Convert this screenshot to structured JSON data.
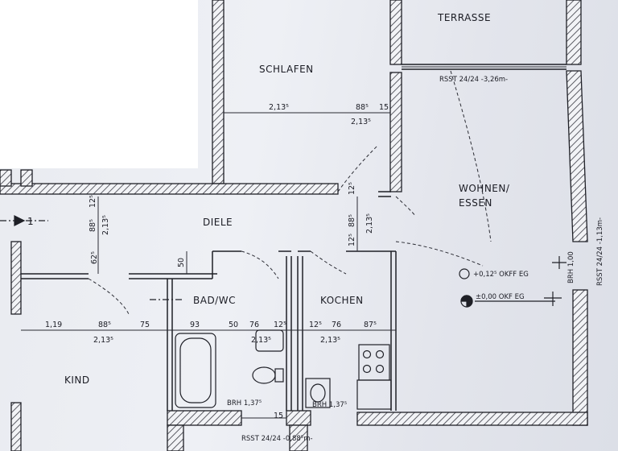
{
  "plan": {
    "rooms": {
      "terrasse": "TERRASSE",
      "schlafen": "SCHLAFEN",
      "wohnen_line1": "WOHNEN/",
      "wohnen_line2": "ESSEN",
      "diele": "DIELE",
      "bad": "BAD/WC",
      "kochen": "KOCHEN",
      "kind": "KIND"
    },
    "annotations": {
      "rsst_top": "RSST 24/24 -3,26m-",
      "rsst_right": "RSST 24/24 -1,13m-",
      "rsst_bottom": "RSST 24/24 -0,88⁵m-",
      "okff": "+0,12⁵ OKFF EG",
      "okf": "±0,00 OKF EG",
      "brh_right": "BRH 1,00",
      "brh_bad": "BRH 1,37⁵",
      "brh_kochen": "BRH 1,37⁵",
      "entrance_number": "1"
    },
    "dimensions": {
      "schlafen_height": "2,13⁵",
      "schlafen_door_width": "88⁵",
      "schlafen_door_height": "2,13⁵",
      "schlafen_wall": "15",
      "diele_door_width": "88⁵",
      "diele_door_height": "2,13⁵",
      "diele_wall": "12⁵",
      "corner_door_height": "12⁵",
      "wohnen_door_width": "88⁵",
      "wohnen_door_height": "2,13⁵",
      "wohnen_wall": "12⁵",
      "diele_left_625": "62⁵",
      "diele_50": "50",
      "row_1_19": "1,19",
      "row_88": "88⁵",
      "row_75": "75",
      "row_93": "93",
      "row_50": "50",
      "row_76a": "76",
      "row_12a": "12⁵",
      "row_12b": "12⁵",
      "row_76b": "76",
      "row_87": "87⁵",
      "kind_door_height": "2,13⁵",
      "bad_door_height": "2,13⁵",
      "kochen_door_height": "2,13⁵",
      "bottom_15": "15"
    }
  }
}
